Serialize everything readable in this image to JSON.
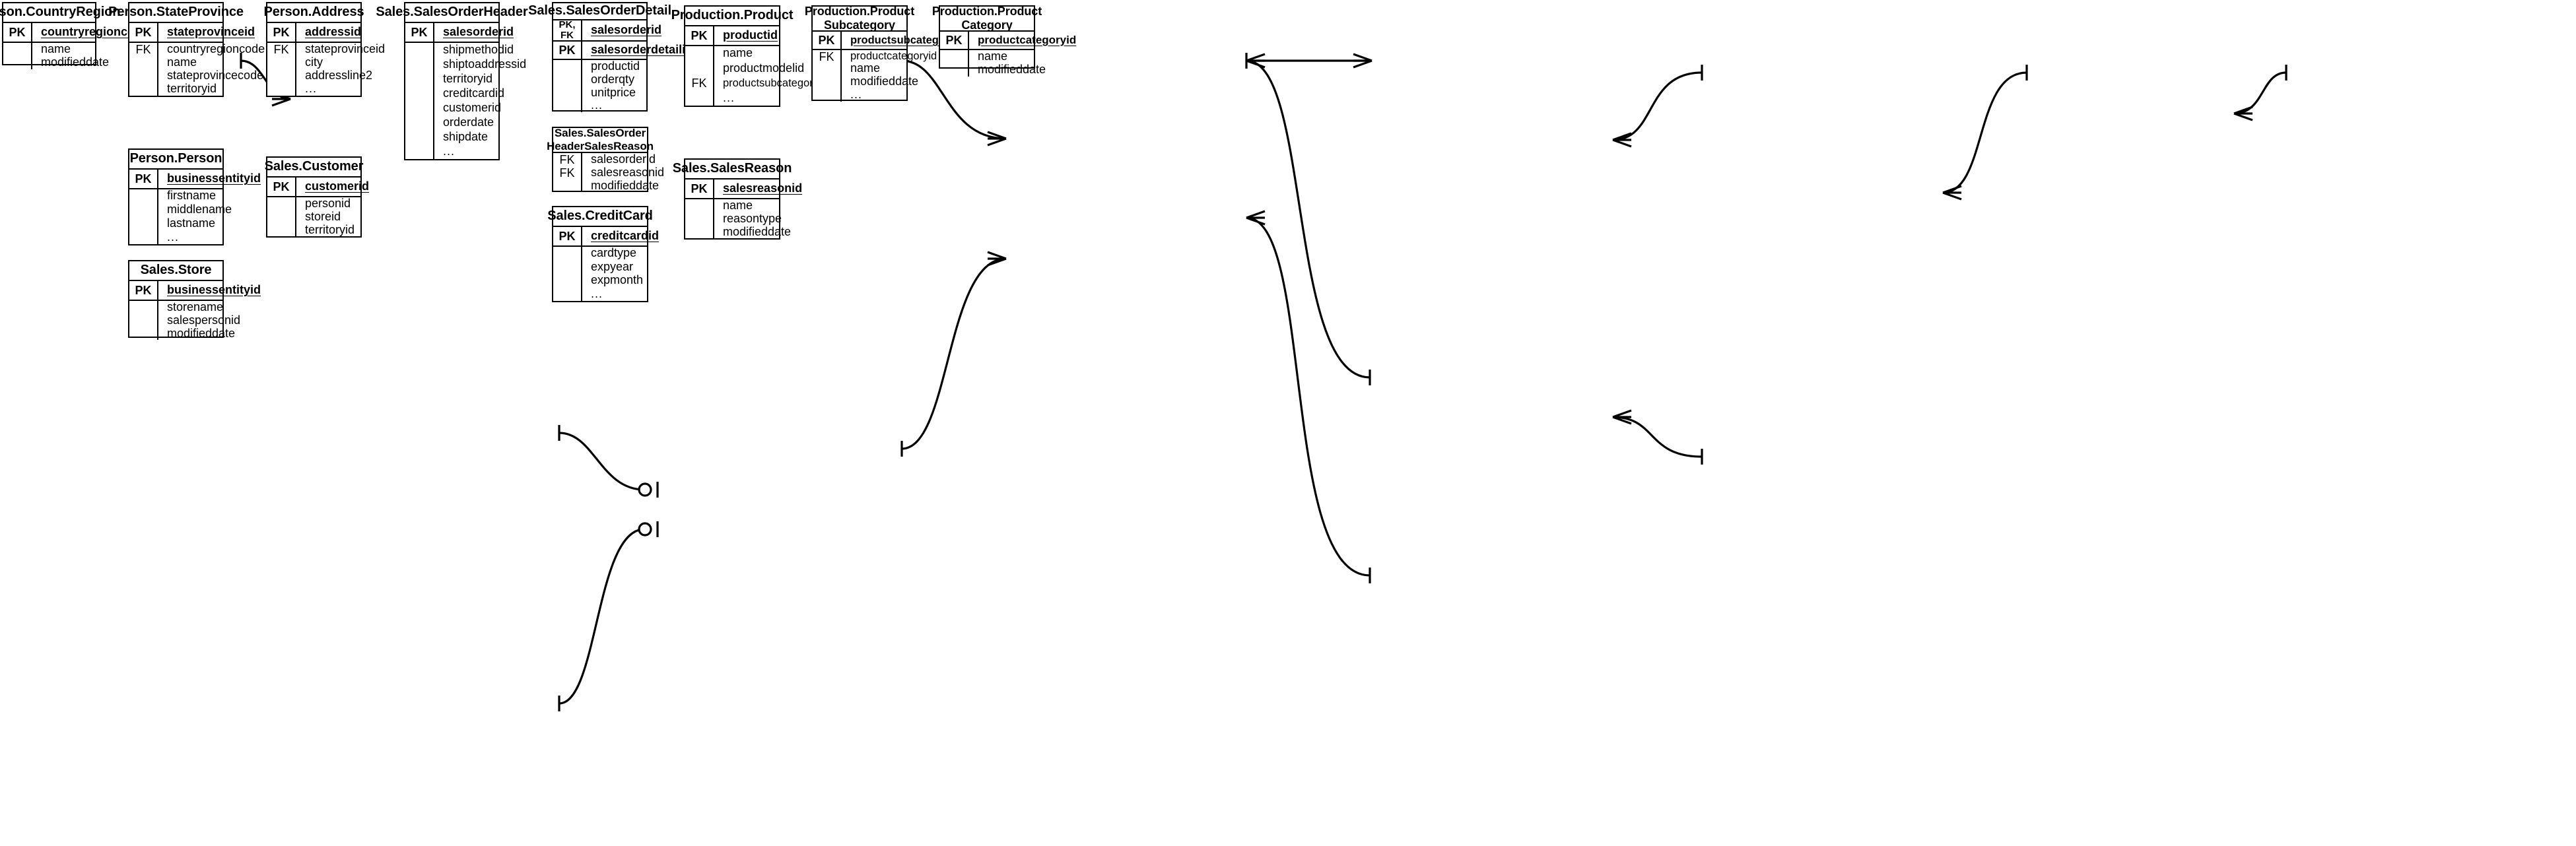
{
  "diagram": {
    "type": "entity-relationship-diagram",
    "notation": "crow's foot",
    "line_color": "#000000",
    "box_fill": "#ffffff",
    "background": "#ffffff"
  },
  "entities": [
    {
      "id": "person-countryregion",
      "title": "Person.CountryRegion",
      "keys": [
        {
          "marker": "PK",
          "name": "countryregioncode"
        }
      ],
      "attributes": [
        {
          "marker": "",
          "name": "name"
        },
        {
          "marker": "",
          "name": "modifieddate"
        }
      ]
    },
    {
      "id": "person-stateprovince",
      "title": "Person.StateProvince",
      "keys": [
        {
          "marker": "PK",
          "name": "stateprovinceid"
        }
      ],
      "attributes": [
        {
          "marker": "FK",
          "name": "countryregioncode"
        },
        {
          "marker": "",
          "name": "name"
        },
        {
          "marker": "",
          "name": "stateprovincecode"
        },
        {
          "marker": "",
          "name": "territoryid"
        }
      ]
    },
    {
      "id": "person-address",
      "title": "Person.Address",
      "keys": [
        {
          "marker": "PK",
          "name": "addressid"
        }
      ],
      "attributes": [
        {
          "marker": "FK",
          "name": "stateprovinceid"
        },
        {
          "marker": "",
          "name": "city"
        },
        {
          "marker": "",
          "name": "addressline2"
        },
        {
          "marker": "",
          "name": "..."
        }
      ]
    },
    {
      "id": "sales-salesorderheader",
      "title": "Sales.SalesOrderHeader",
      "keys": [
        {
          "marker": "PK",
          "name": "salesorderid"
        }
      ],
      "attributes": [
        {
          "marker": "",
          "name": "shipmethodid"
        },
        {
          "marker": "",
          "name": "shiptoaddressid"
        },
        {
          "marker": "",
          "name": "territoryid"
        },
        {
          "marker": "",
          "name": "creditcardid"
        },
        {
          "marker": "",
          "name": "customerid"
        },
        {
          "marker": "",
          "name": "orderdate"
        },
        {
          "marker": "",
          "name": "shipdate"
        },
        {
          "marker": "",
          "name": "..."
        }
      ]
    },
    {
      "id": "sales-salesorderdetail",
      "title": "Sales.SalesOrderDetail",
      "keys": [
        {
          "marker": "PK,\nFK",
          "name": "salesorderid"
        },
        {
          "marker": "PK",
          "name": "salesorderdetailid"
        }
      ],
      "attributes": [
        {
          "marker": "",
          "name": "productid"
        },
        {
          "marker": "",
          "name": "orderqty"
        },
        {
          "marker": "",
          "name": "unitprice"
        },
        {
          "marker": "",
          "name": "..."
        }
      ]
    },
    {
      "id": "production-product",
      "title": "Production.Product",
      "keys": [
        {
          "marker": "PK",
          "name": "productid"
        }
      ],
      "attributes": [
        {
          "marker": "",
          "name": "name"
        },
        {
          "marker": "",
          "name": "productmodelid"
        },
        {
          "marker": "FK",
          "name": "productsubcategoryid"
        },
        {
          "marker": "",
          "name": "..."
        }
      ]
    },
    {
      "id": "production-productsubcategory",
      "title": "Production.Product\nSubcategory",
      "keys": [
        {
          "marker": "PK",
          "name": "productsubcategoryid"
        }
      ],
      "attributes": [
        {
          "marker": "FK",
          "name": "productcategoryid"
        },
        {
          "marker": "",
          "name": "name"
        },
        {
          "marker": "",
          "name": "modifieddate"
        },
        {
          "marker": "",
          "name": "..."
        }
      ]
    },
    {
      "id": "production-productcategory",
      "title": "Production.Product\nCategory",
      "keys": [
        {
          "marker": "PK",
          "name": "productcategoryid"
        }
      ],
      "attributes": [
        {
          "marker": "",
          "name": "name"
        },
        {
          "marker": "",
          "name": "modifieddate"
        }
      ]
    },
    {
      "id": "person-person",
      "title": "Person.Person",
      "keys": [
        {
          "marker": "PK",
          "name": "businessentityid"
        }
      ],
      "attributes": [
        {
          "marker": "",
          "name": "firstname"
        },
        {
          "marker": "",
          "name": "middlename"
        },
        {
          "marker": "",
          "name": "lastname"
        },
        {
          "marker": "",
          "name": "..."
        }
      ]
    },
    {
      "id": "sales-customer",
      "title": "Sales.Customer",
      "keys": [
        {
          "marker": "PK",
          "name": "customerid"
        }
      ],
      "attributes": [
        {
          "marker": "",
          "name": "personid"
        },
        {
          "marker": "",
          "name": "storeid"
        },
        {
          "marker": "",
          "name": "territoryid"
        }
      ]
    },
    {
      "id": "sales-store",
      "title": "Sales.Store",
      "keys": [
        {
          "marker": "PK",
          "name": "businessentityid"
        }
      ],
      "attributes": [
        {
          "marker": "",
          "name": "storename"
        },
        {
          "marker": "",
          "name": "salespersonid"
        },
        {
          "marker": "",
          "name": "modifieddate"
        }
      ]
    },
    {
      "id": "sales-salesorderheadersalesreason",
      "title": "Sales.SalesOrder\nHeaderSalesReason",
      "keys": [],
      "attributes": [
        {
          "marker": "FK",
          "name": "salesorderid"
        },
        {
          "marker": "FK",
          "name": "salesreasonid"
        },
        {
          "marker": "",
          "name": "modifieddate"
        }
      ]
    },
    {
      "id": "sales-salesreason",
      "title": "Sales.SalesReason",
      "keys": [
        {
          "marker": "PK",
          "name": "salesreasonid"
        }
      ],
      "attributes": [
        {
          "marker": "",
          "name": "name"
        },
        {
          "marker": "",
          "name": "reasontype"
        },
        {
          "marker": "",
          "name": "modifieddate"
        }
      ]
    },
    {
      "id": "sales-creditcard",
      "title": "Sales.CreditCard",
      "keys": [
        {
          "marker": "PK",
          "name": "creditcardid"
        }
      ],
      "attributes": [
        {
          "marker": "",
          "name": "cardtype"
        },
        {
          "marker": "",
          "name": "expyear"
        },
        {
          "marker": "",
          "name": "expmonth"
        },
        {
          "marker": "",
          "name": "..."
        }
      ]
    }
  ],
  "relationships": [
    {
      "from": "person-countryregion",
      "from_field": "countryregioncode",
      "to": "person-stateprovince",
      "to_field": "countryregioncode",
      "from_card": "one",
      "to_card": "many"
    },
    {
      "from": "person-stateprovince",
      "from_field": "stateprovinceid",
      "to": "person-address",
      "to_field": "stateprovinceid",
      "from_card": "one",
      "to_card": "many"
    },
    {
      "from": "person-address",
      "from_field": "addressid",
      "to": "sales-salesorderheader",
      "to_field": "shiptoaddressid",
      "from_card": "one",
      "to_card": "many"
    },
    {
      "from": "sales-salesorderheader",
      "from_field": "salesorderid",
      "to": "sales-salesorderdetail",
      "to_field": "salesorderid",
      "from_card": "one",
      "to_card": "many"
    },
    {
      "from": "sales-salesorderdetail",
      "from_field": "productid",
      "to": "production-product",
      "to_field": "productid",
      "from_card": "many",
      "to_card": "one"
    },
    {
      "from": "production-product",
      "from_field": "productsubcategoryid",
      "to": "production-productsubcategory",
      "to_field": "productsubcategoryid",
      "from_card": "many",
      "to_card": "one"
    },
    {
      "from": "production-productsubcategory",
      "from_field": "productcategoryid",
      "to": "production-productcategory",
      "to_field": "productcategoryid",
      "from_card": "many",
      "to_card": "one"
    },
    {
      "from": "person-person",
      "from_field": "businessentityid",
      "to": "sales-customer",
      "to_field": "personid",
      "from_card": "one",
      "to_card": "zero-or-one"
    },
    {
      "from": "sales-store",
      "from_field": "businessentityid",
      "to": "sales-customer",
      "to_field": "storeid",
      "from_card": "one",
      "to_card": "zero-or-one"
    },
    {
      "from": "sales-customer",
      "from_field": "customerid",
      "to": "sales-salesorderheader",
      "to_field": "customerid",
      "from_card": "one",
      "to_card": "many"
    },
    {
      "from": "sales-salesorderheader",
      "from_field": "salesorderid",
      "to": "sales-salesorderheadersalesreason",
      "to_field": "salesorderid",
      "from_card": "many",
      "to_card": "one"
    },
    {
      "from": "sales-salesorderheadersalesreason",
      "from_field": "salesreasonid",
      "to": "sales-salesreason",
      "to_field": "salesreasonid",
      "from_card": "many",
      "to_card": "one"
    },
    {
      "from": "sales-salesorderheader",
      "from_field": "creditcardid",
      "to": "sales-creditcard",
      "to_field": "creditcardid",
      "from_card": "many",
      "to_card": "one"
    }
  ]
}
